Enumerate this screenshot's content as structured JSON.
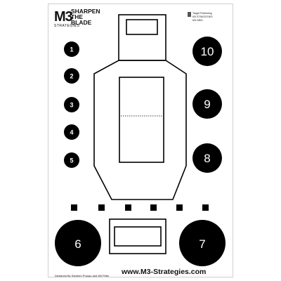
{
  "brand": {
    "logo_text": "M3",
    "logo_subtext": "STRATEGIES",
    "slogan_line1": "SHARPEN",
    "slogan_line2": "THE",
    "slogan_line3": "BLADE"
  },
  "publisher": {
    "line1": "Target Publishing",
    "line2": "M3 STRATEGIES",
    "line3": "M3-SB01"
  },
  "targets": {
    "small": [
      "1",
      "2",
      "3",
      "4",
      "5"
    ],
    "large_right": [
      "10",
      "9",
      "8"
    ],
    "large_bottom_left": "6",
    "large_bottom_right": "7"
  },
  "footer": {
    "designer": "Designed By Stephen Prosau and Wil Petty",
    "website": "www.M3-Strategies.com"
  },
  "colors": {
    "ink": "#000000",
    "paper": "#ffffff"
  }
}
